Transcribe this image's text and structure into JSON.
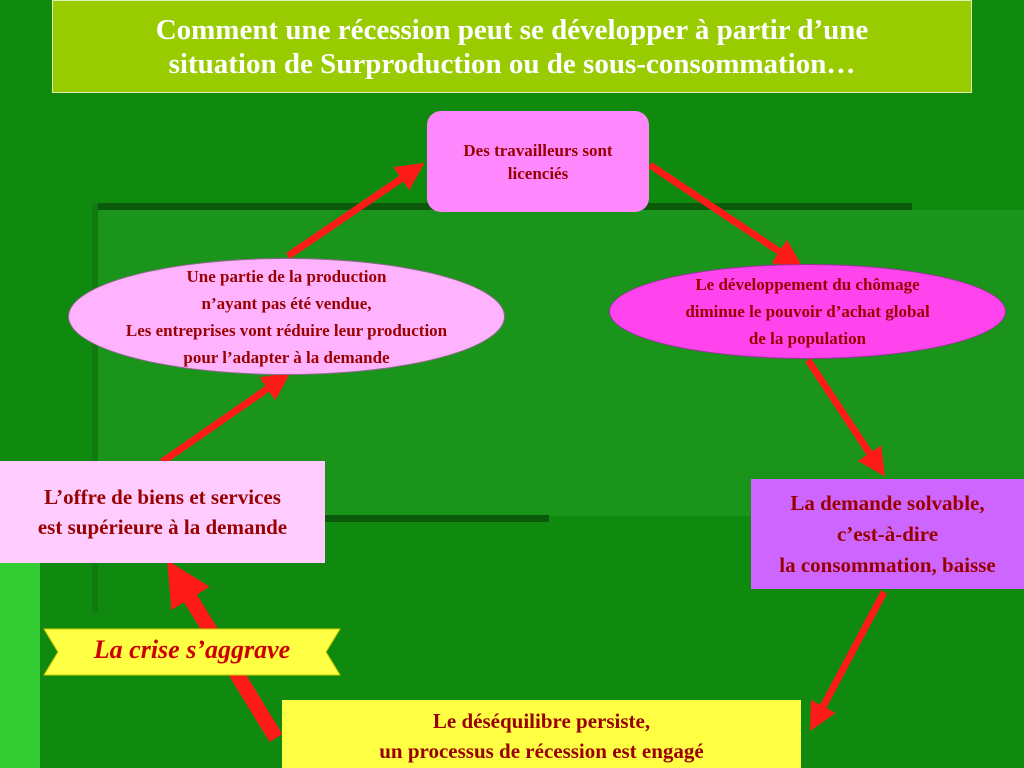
{
  "title": {
    "line1": "Comment une récession peut se développer à partir d’une",
    "line2": "situation de Surproduction ou de sous-consommation…"
  },
  "nodes": {
    "licencies": {
      "lines": [
        "Des travailleurs sont",
        "licenciés"
      ]
    },
    "chomage": {
      "lines": [
        "Le développement du chômage",
        "diminue le pouvoir d’achat global",
        "de la population"
      ]
    },
    "demande": {
      "lines": [
        "La demande solvable,",
        "c’est-à-dire",
        "la consommation, baisse"
      ]
    },
    "desequilibre": {
      "lines": [
        "Le déséquilibre persiste,",
        "un processus de récession est engagé"
      ]
    },
    "offre": {
      "lines": [
        "L’offre de biens et services",
        "est supérieure à la demande"
      ]
    },
    "production": {
      "lines": [
        "Une partie de la production",
        "n’ayant pas été vendue,",
        "Les entreprises vont réduire leur production",
        "pour l’adapter à la demande"
      ]
    }
  },
  "banner": {
    "text": "La crise s’aggrave"
  },
  "colors": {
    "background": "#0f8a0f",
    "title_bg": "#99cc00",
    "arrow": "#ff1a1a",
    "text_dark_red": "#990000"
  }
}
